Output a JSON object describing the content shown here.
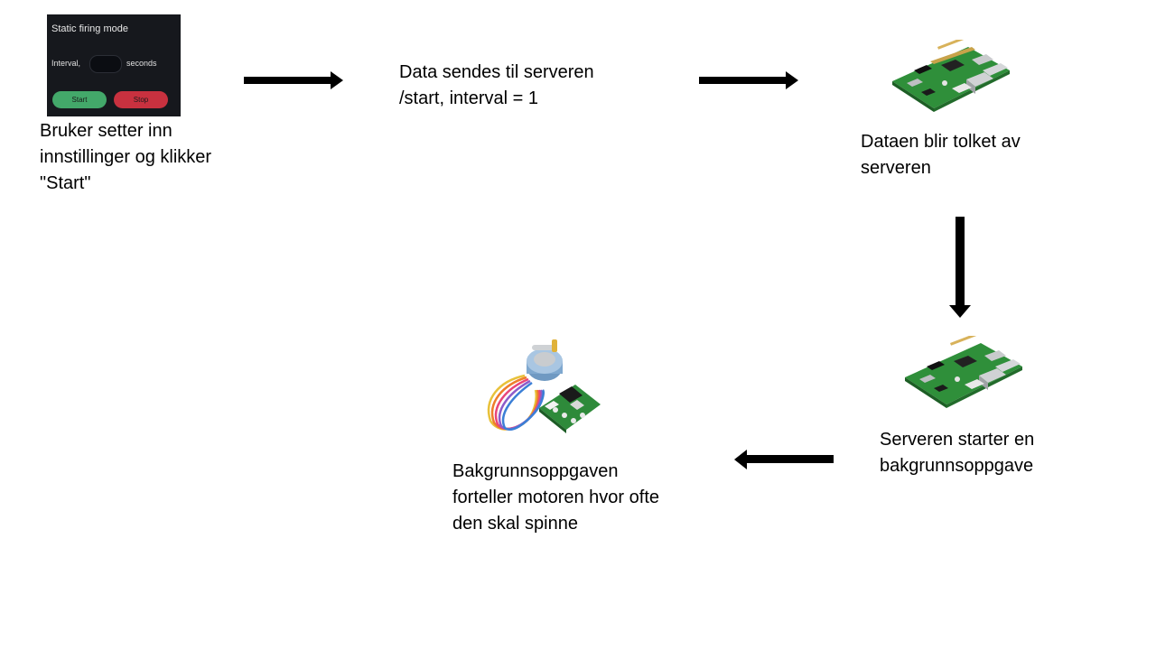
{
  "ui_panel": {
    "title": "Static firing mode",
    "interval_label": "Interval,",
    "interval_value": "",
    "unit_label": "seconds",
    "start_button": "Start",
    "stop_button": "Stop",
    "colors": {
      "background": "#16181d",
      "start": "#43a86a",
      "stop": "#c8313f"
    }
  },
  "steps": [
    {
      "lines": [
        "Bruker setter inn",
        "innstillinger og klikker",
        "\"Start\""
      ]
    },
    {
      "lines": [
        "Data sendes til serveren",
        "/start, interval = 1"
      ]
    },
    {
      "lines": [
        "Dataen blir tolket av",
        "serveren"
      ]
    },
    {
      "lines": [
        "Serveren starter en",
        "bakgrunnsoppgave"
      ]
    },
    {
      "lines": [
        "Bakgrunnsoppgaven",
        "forteller motoren hvor ofte",
        "den skal spinne"
      ]
    }
  ],
  "images": {
    "server_board": "raspberry-pi-board",
    "motor": "stepper-motor-with-driver-board"
  },
  "arrows": [
    "right",
    "right",
    "down",
    "left"
  ]
}
